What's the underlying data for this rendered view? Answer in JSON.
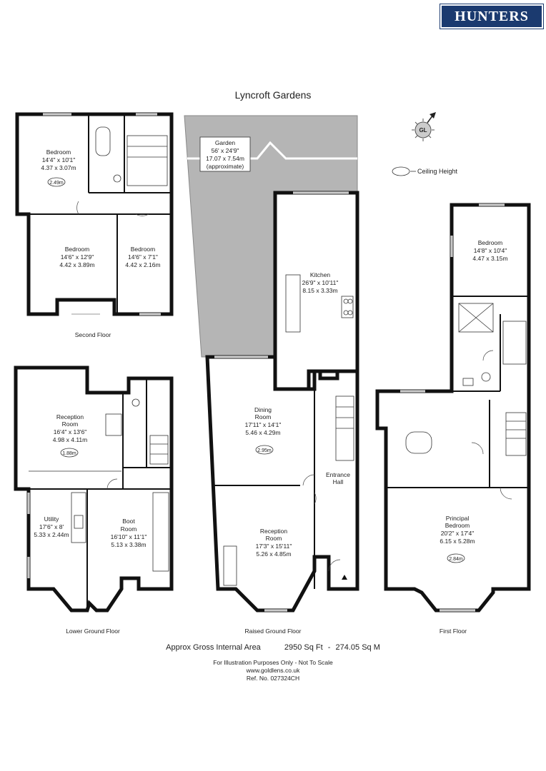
{
  "brand": {
    "logo_text": "HUNTERS",
    "color": "#1b3a6f"
  },
  "address": "Lyncroft Gardens",
  "compass": {
    "icon": "compass-north-icon",
    "label": "GL"
  },
  "legend": {
    "ceiling_height": "Ceiling Height"
  },
  "floors": [
    {
      "name": "Second Floor",
      "rooms": [
        {
          "name": "Bedroom",
          "imperial": "14'4\" x 10'1\"",
          "metric": "4.37 x 3.07m",
          "ceiling": "2.49m"
        },
        {
          "name": "Bedroom",
          "imperial": "14'6\" x 12'9\"",
          "metric": "4.42 x 3.89m"
        },
        {
          "name": "Bedroom",
          "imperial": "14'6\" x 7'1\"",
          "metric": "4.42 x 2.16m"
        }
      ]
    },
    {
      "name": "Lower Ground Floor",
      "rooms": [
        {
          "name": "Reception Room",
          "imperial": "16'4\" x 13'6\"",
          "metric": "4.98 x 4.11m",
          "ceiling": "1.88m"
        },
        {
          "name": "Utility",
          "imperial": "17'6\" x 8'",
          "metric": "5.33 x 2.44m"
        },
        {
          "name": "Boot Room",
          "imperial": "16'10\" x 11'1\"",
          "metric": "5.13 x 3.38m"
        }
      ]
    },
    {
      "name": "Raised Ground Floor",
      "rooms": [
        {
          "name": "Garden",
          "imperial": "56' x 24'9\"",
          "metric": "17.07 x 7.54m",
          "note": "(approximate)"
        },
        {
          "name": "Kitchen",
          "imperial": "26'9\" x 10'11\"",
          "metric": "8.15 x 3.33m"
        },
        {
          "name": "Dining Room",
          "imperial": "17'11\" x 14'1\"",
          "metric": "5.46 x 4.29m",
          "ceiling": "2.95m"
        },
        {
          "name": "Entrance Hall"
        },
        {
          "name": "Reception Room",
          "imperial": "17'3\" x 15'11\"",
          "metric": "5.26 x 4.85m"
        }
      ]
    },
    {
      "name": "First Floor",
      "rooms": [
        {
          "name": "Bedroom",
          "imperial": "14'8\" x 10'4\"",
          "metric": "4.47 x 3.15m"
        },
        {
          "name": "Principal Bedroom",
          "imperial": "20'2\" x 17'4\"",
          "metric": "6.15 x 5.28m",
          "ceiling": "2.84m"
        }
      ]
    }
  ],
  "totals": {
    "label": "Approx Gross Internal Area",
    "sq_ft": "2950 Sq Ft",
    "separator": "-",
    "sq_m": "274.05 Sq M"
  },
  "footer": {
    "disclaimer": "For Illustration Purposes Only - Not To Scale",
    "website": "www.goldlens.co.uk",
    "ref": "Ref. No. 027324CH"
  }
}
